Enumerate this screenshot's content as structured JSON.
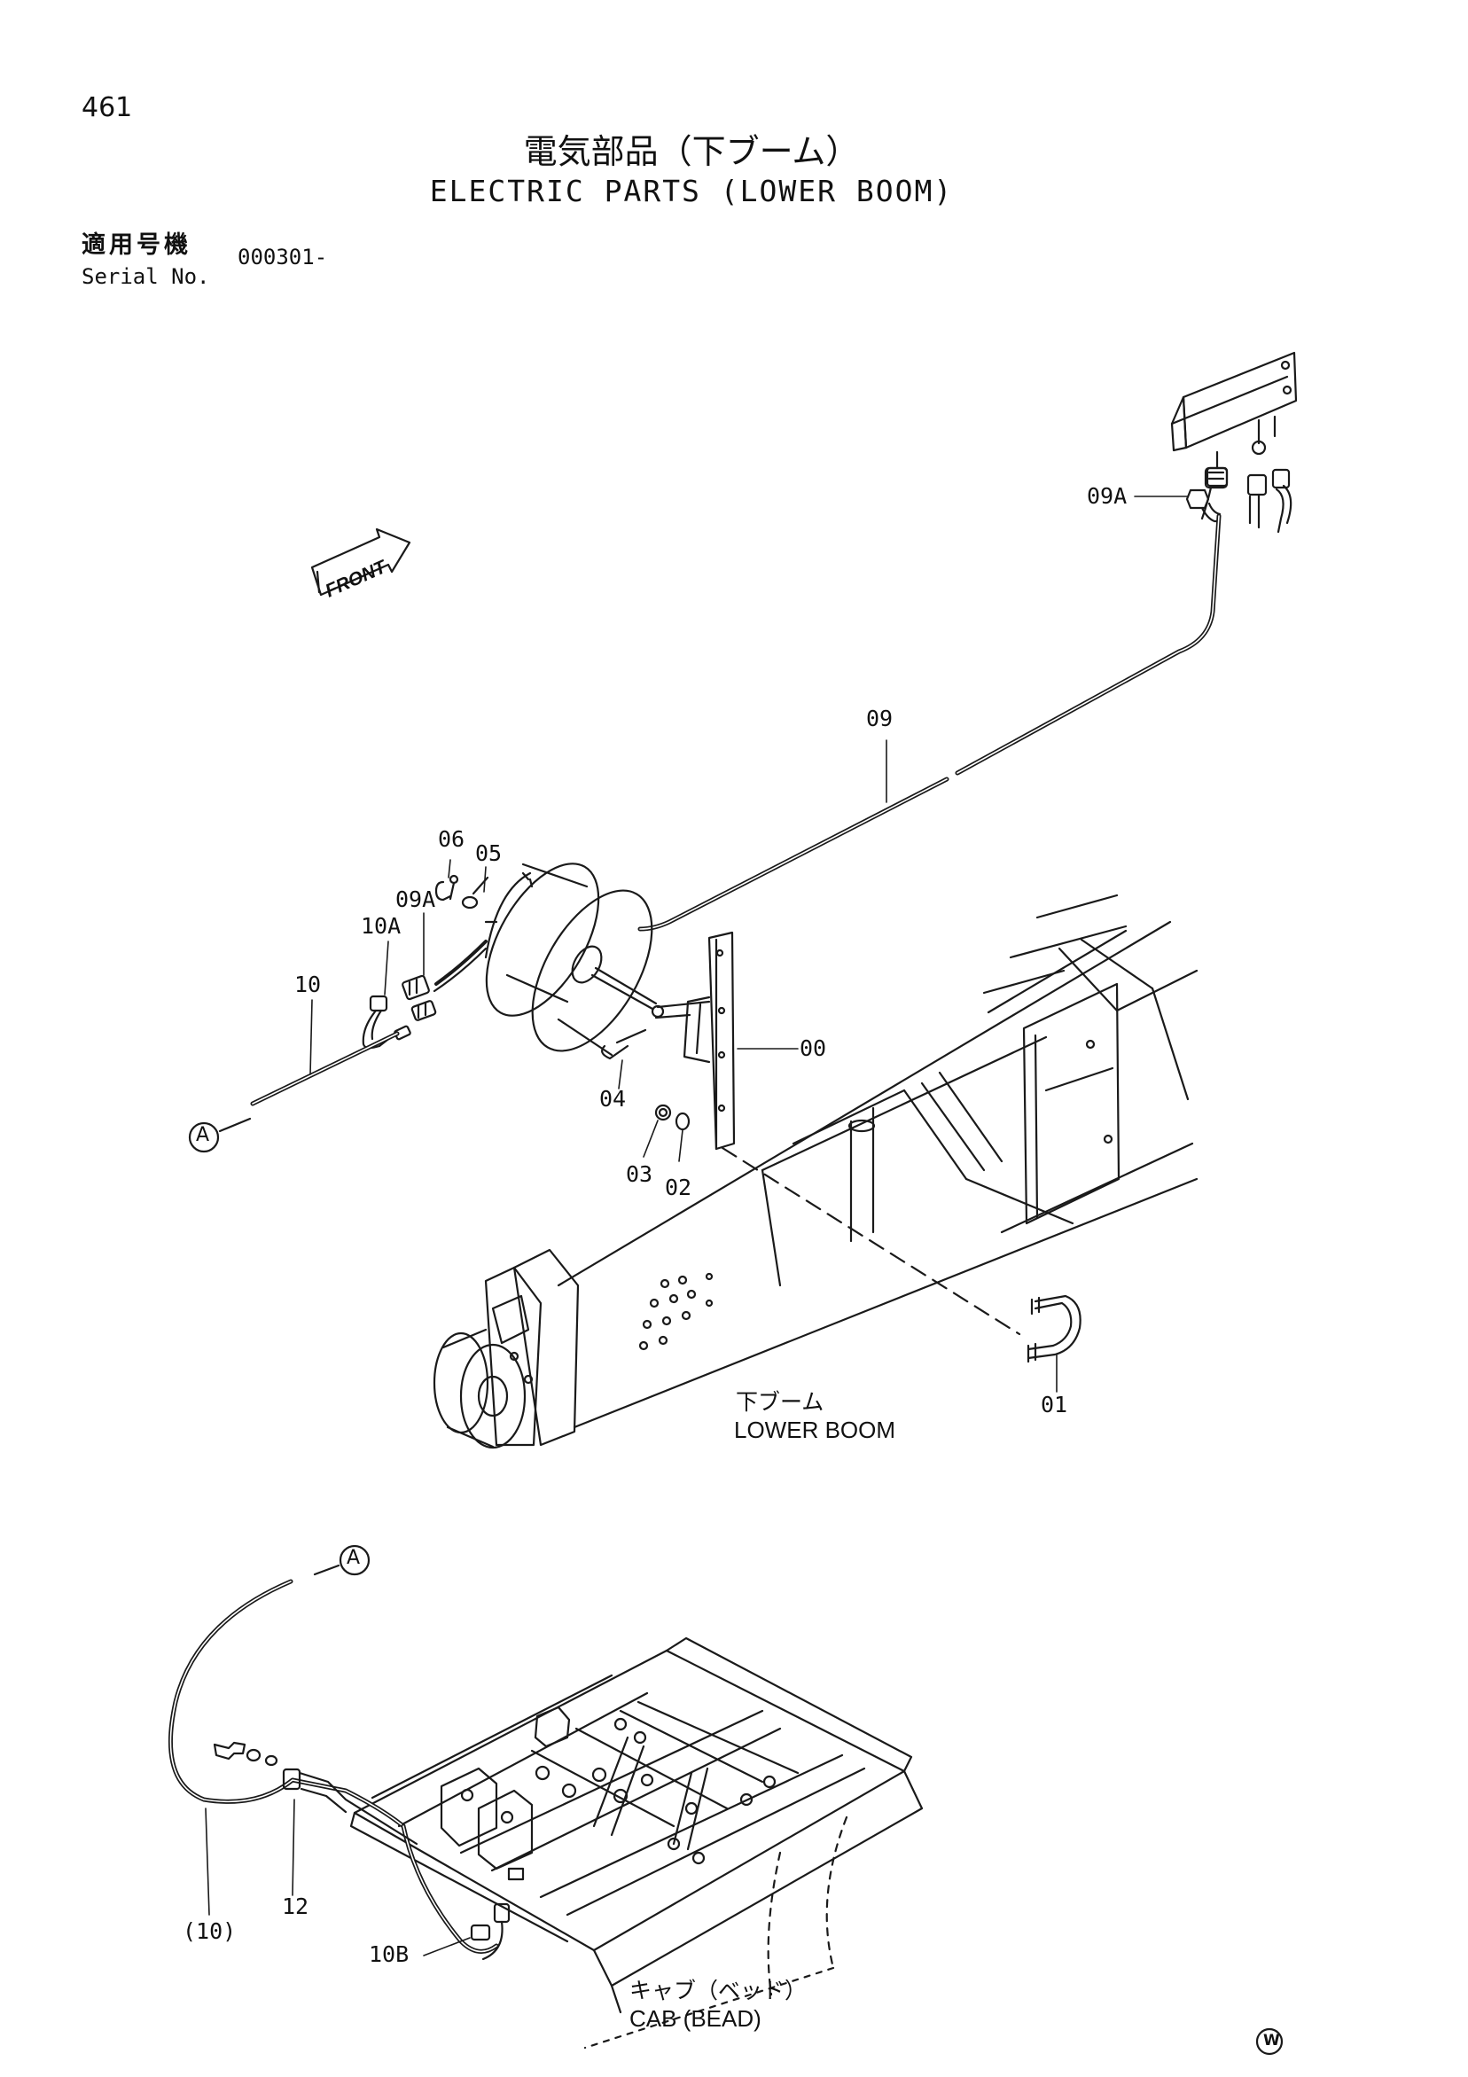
{
  "header": {
    "page_number": "461",
    "title_ja": "電気部品（下ブーム）",
    "title_en": "ELECTRIC PARTS (LOWER BOOM)",
    "serial_label_ja": "適用号機",
    "serial_label_en": "Serial No.",
    "serial_value": "000301-"
  },
  "front_marker": "FRONT",
  "connector_markers": {
    "a_top": "A",
    "a_bottom": "A"
  },
  "part_labels": {
    "p09A_top": "09A",
    "p09": "09",
    "p06": "06",
    "p05": "05",
    "p09A": "09A",
    "p10A": "10A",
    "p10": "10",
    "p00": "00",
    "p04": "04",
    "p03": "03",
    "p02": "02",
    "p01": "01",
    "p12": "12",
    "p10_paren": "(10)",
    "p10B": "10B"
  },
  "captions": {
    "lower_boom_ja": "下ブーム",
    "lower_boom_en": "LOWER BOOM",
    "cab_ja": "キャブ（ベッド）",
    "cab_en": "CAB (BEAD)"
  },
  "logo_mark": "W"
}
